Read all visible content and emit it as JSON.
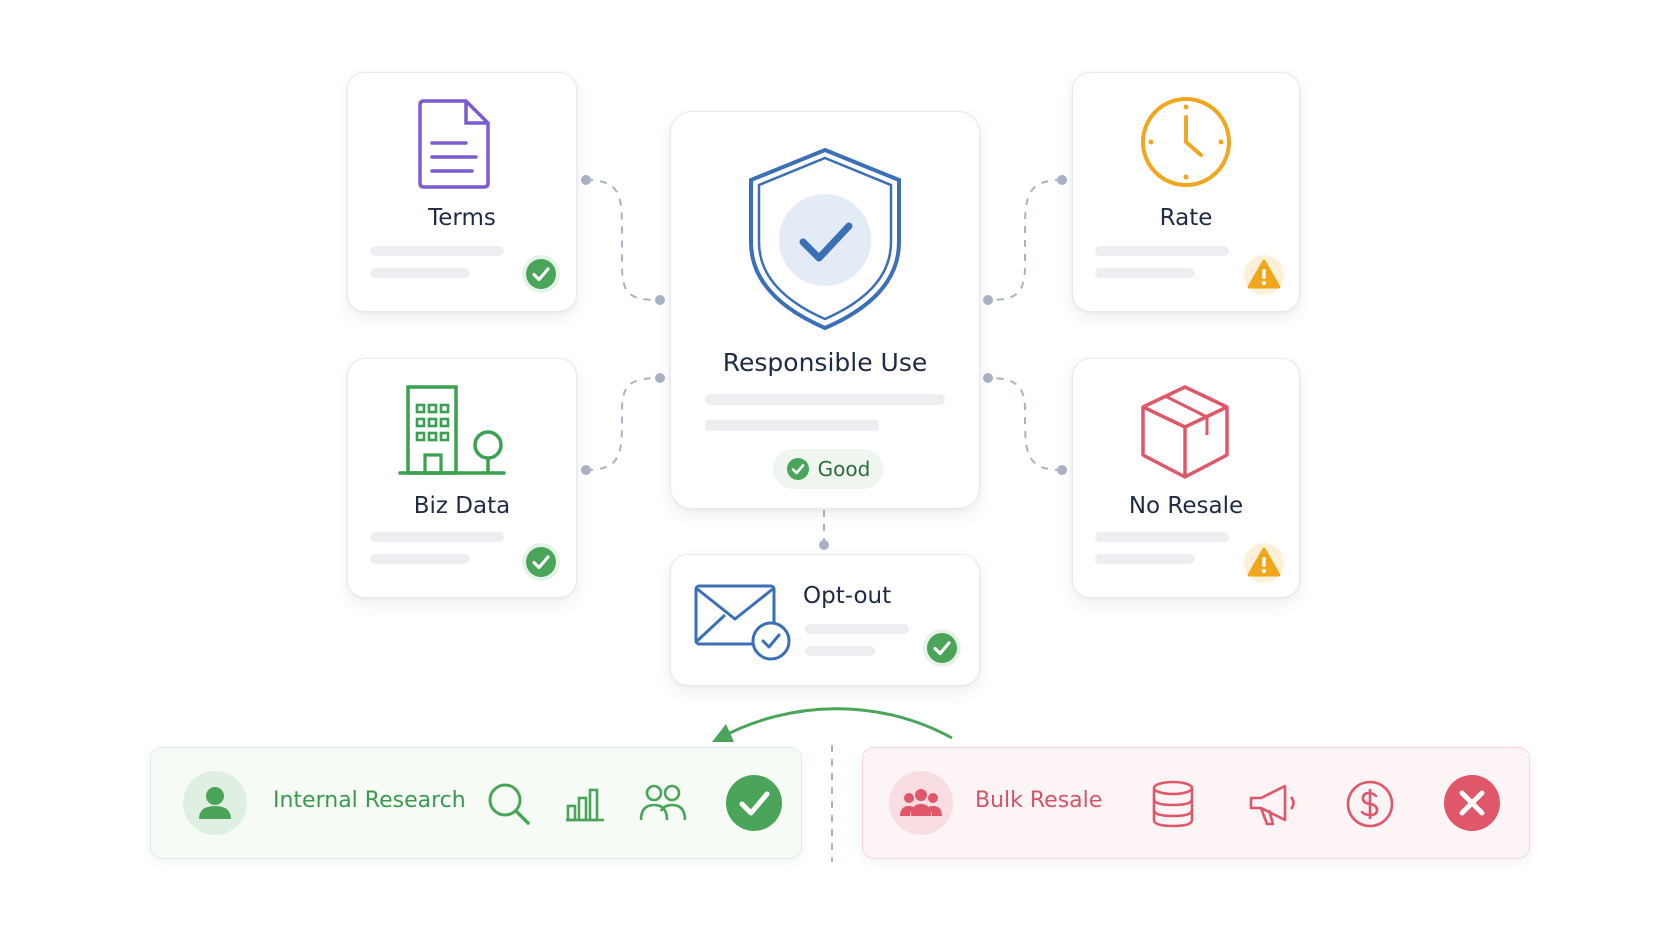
{
  "colors": {
    "ok": "#4aa55a",
    "warn": "#f0a71d",
    "bad": "#e0576a",
    "shield": "#3b6fb6",
    "terms": "#7d5bd0",
    "biz": "#3aa052",
    "mail": "#3b6fb6"
  },
  "center": {
    "title": "Responsible Use",
    "status": "Good"
  },
  "cards": {
    "terms": "Terms",
    "biz": "Biz Data",
    "rate": "Rate",
    "resale": "No Resale",
    "optout": "Opt-out"
  },
  "bottom": {
    "allowed": "Internal Research",
    "blocked": "Bulk Resale"
  }
}
